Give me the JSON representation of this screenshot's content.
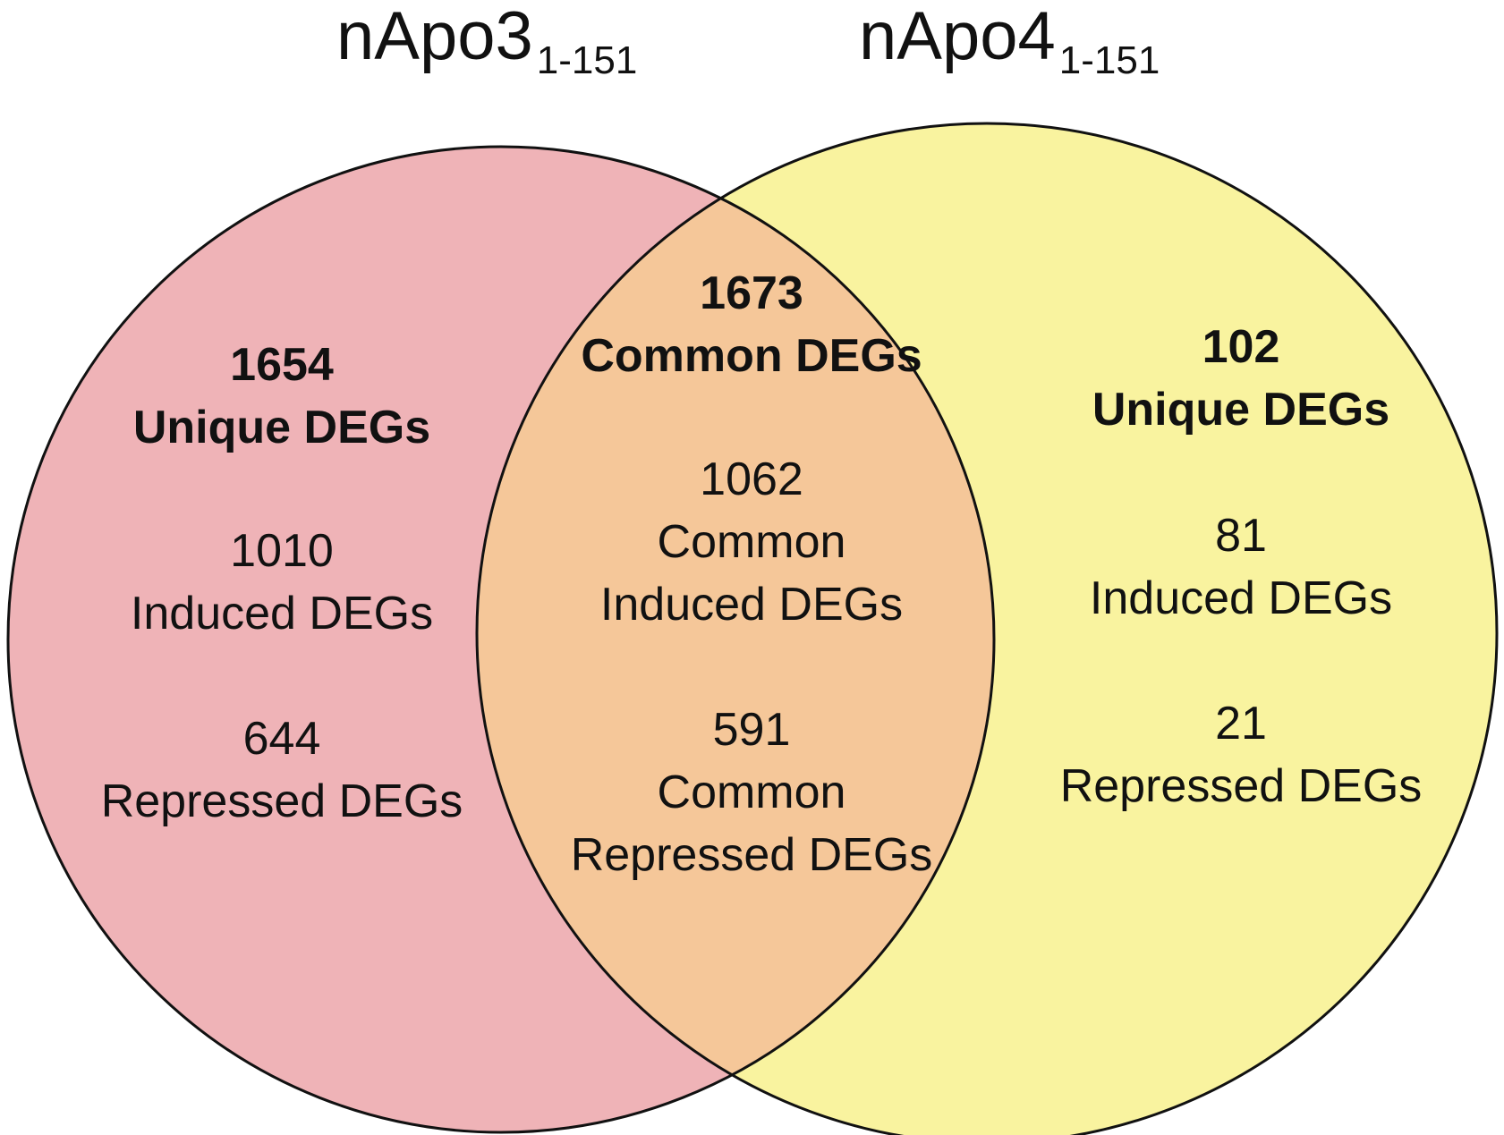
{
  "sets": [
    {
      "name": "nApo3",
      "subscript": "1-151",
      "color": "#efb3b7",
      "unique_count": "1654",
      "unique_label": "Unique DEGs",
      "induced_count": "1010",
      "induced_label": "Induced DEGs",
      "repressed_count": "644",
      "repressed_label": "Repressed DEGs"
    },
    {
      "name": "nApo4",
      "subscript": "1-151",
      "color": "#f9f39f",
      "unique_count": "102",
      "unique_label": "Unique DEGs",
      "induced_count": "81",
      "induced_label": "Induced DEGs",
      "repressed_count": "21",
      "repressed_label": "Repressed DEGs"
    }
  ],
  "overlap": {
    "color": "#f5c799",
    "common_count": "1673",
    "common_label": "Common DEGs",
    "induced_count": "1062",
    "induced_label_1": "Common",
    "induced_label_2": "Induced DEGs",
    "repressed_count": "591",
    "repressed_label_1": "Common",
    "repressed_label_2": "Repressed DEGs"
  },
  "outline_color": "#111111"
}
